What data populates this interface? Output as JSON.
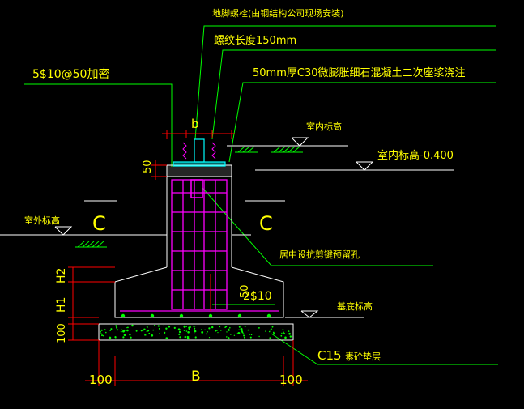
{
  "labels": {
    "anchor_bolt": "地脚螺栓(由钢结构公司现场安装)",
    "thread_length": "螺纹长度150mm",
    "top_rebar": "5$10@50加密",
    "grout": "50mm厚C30微膨胀细石混凝土二次座浆浇注",
    "indoor_level": "室内标高",
    "indoor_level_value": "室内标高-0.400",
    "outdoor_level": "室外标高",
    "section_mark": "C",
    "preserved_hole": "居中设抗剪键预留孔",
    "base_level": "基底标高",
    "cushion": "C15",
    "cushion_text": "素砼垫层",
    "dim_b": "b",
    "dim_50_top": "50",
    "dim_50_side": "50",
    "dim_2rebar": "2$10",
    "dim_h2": "H2",
    "dim_h1": "H1",
    "dim_100_vertical": "100",
    "dim_100_left": "100",
    "dim_B": "B",
    "dim_100_right": "100"
  },
  "colors": {
    "background": "#000000",
    "leader": "#00ff00",
    "text": "#ffff00",
    "outline": "#ffffff",
    "rebar": "#ff00ff",
    "dimension": "#ff0000",
    "concrete_dots": "#00ff00",
    "anchor": "#00ffff"
  }
}
